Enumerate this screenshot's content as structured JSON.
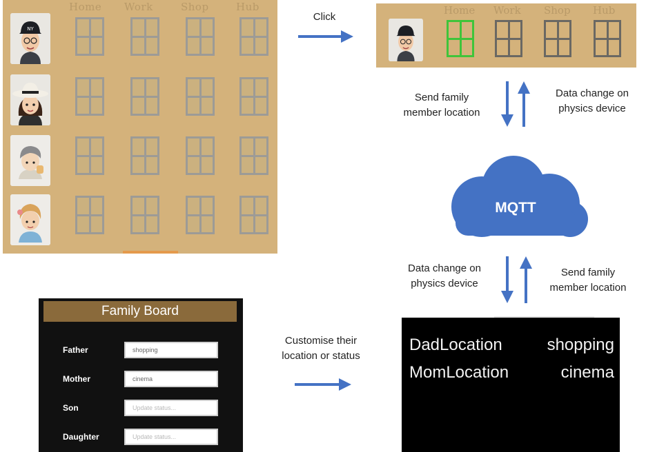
{
  "grid_panel": {
    "column_headers": [
      "Home",
      "Work",
      "Shop",
      "Hub"
    ],
    "rows": [
      {
        "member": "father",
        "windows": 4
      },
      {
        "member": "mother",
        "windows": 4
      },
      {
        "member": "son",
        "windows": 4
      },
      {
        "member": "daughter",
        "windows": 4
      }
    ]
  },
  "mini_panel": {
    "column_headers": [
      "Home",
      "Work",
      "Shop",
      "Hub"
    ],
    "active_window_index": 0,
    "active_color": "#3fc43a"
  },
  "arrows": {
    "click_label": "Click",
    "customise_label": "Customise their location or status",
    "customise_line1": "Customise their",
    "customise_line2": "location or status"
  },
  "upper_flow": {
    "down_line1": "Send family",
    "down_line2": "member location",
    "up_line1": "Data change on",
    "up_line2": "physics device"
  },
  "cloud": {
    "label": "MQTT",
    "color": "#4472c4"
  },
  "lower_flow": {
    "down_line1": "Data change on",
    "down_line2": "physics device",
    "up_line1": "Send family",
    "up_line2": "member location"
  },
  "family_board": {
    "title": "Family Board",
    "rows": [
      {
        "label": "Father",
        "value": "shopping",
        "placeholder": false
      },
      {
        "label": "Mother",
        "value": "cinema",
        "placeholder": false
      },
      {
        "label": "Son",
        "value": "Update status...",
        "placeholder": true
      },
      {
        "label": "Daughter",
        "value": "Update status...",
        "placeholder": true
      }
    ]
  },
  "display": {
    "lines": [
      {
        "key": "DadLocation",
        "value": "shopping"
      },
      {
        "key": "MomLocation",
        "value": "cinema"
      }
    ]
  },
  "colors": {
    "panel": "#d4b27b",
    "arrow": "#4472c4",
    "board_header": "#8a6a3b"
  }
}
